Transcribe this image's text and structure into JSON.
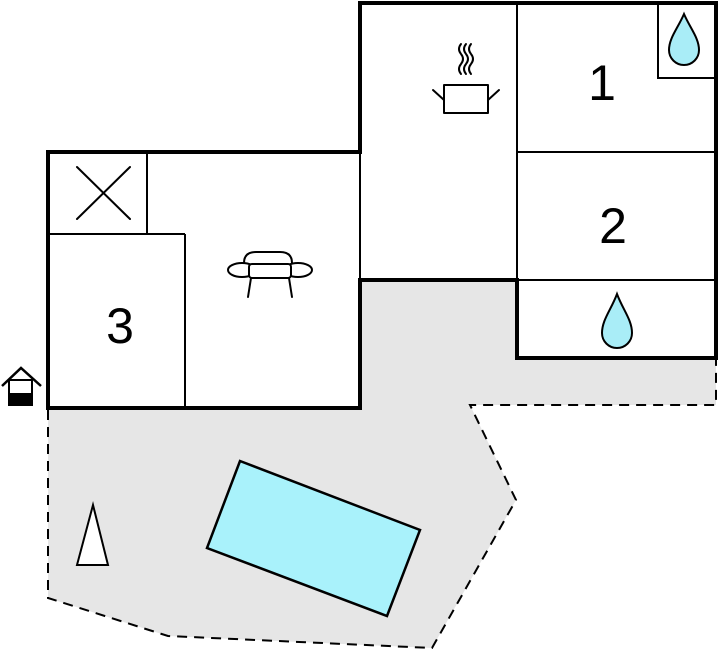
{
  "rooms": {
    "room_1": {
      "label": "1"
    },
    "room_2": {
      "label": "2"
    },
    "room_3": {
      "label": "3"
    }
  },
  "colors": {
    "terrace": "#e6e6e6",
    "water": "#a9edf7",
    "pool": "#a9f2fb",
    "wall": "#000000"
  },
  "icons": [
    "cooking-pot-icon",
    "sofa-icon",
    "water-drop-icon",
    "closet-x-icon",
    "entrance-house-icon",
    "parasol-icon",
    "pool"
  ]
}
